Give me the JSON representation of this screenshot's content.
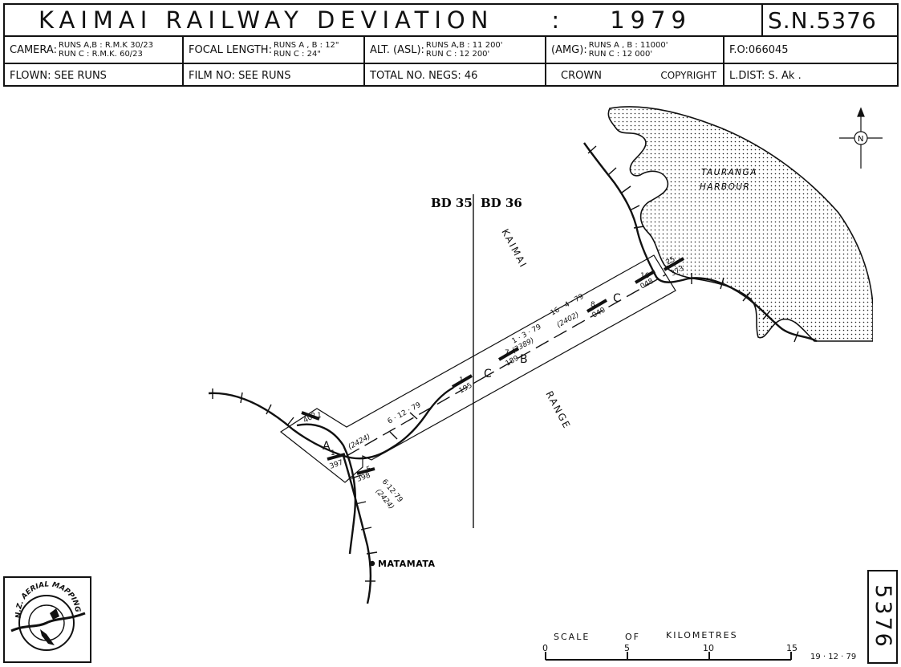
{
  "header": {
    "title": "KAIMAI RAILWAY DEVIATION",
    "colon": ":",
    "year": "1979",
    "sheet_ref": "S.N.5376",
    "camera_label": "CAMERA:",
    "camera_runs_ab": "RUNS A,B : R.M.K 30/23",
    "camera_run_c": "RUN C :  R.M.K. 60/23",
    "focal_label": "FOCAL LENGTH:",
    "focal_runs_ab": "RUNS A , B : 12\"",
    "focal_run_c": "RUN C : 24\"",
    "alt_label": "ALT. (ASL):",
    "alt_runs_ab": "RUNS A,B : 11 200'",
    "alt_run_c": "RUN C : 12 200'",
    "amg_label": "(AMG):",
    "amg_runs_ab": "RUNS A , B : 11000'",
    "amg_run_c": "RUN C : 12 000'",
    "fo": "F.O:066045",
    "flown": "FLOWN: SEE RUNS",
    "film": "FILM NO: SEE RUNS",
    "total_negs": "TOTAL NO. NEGS: 46",
    "crown": "CROWN",
    "copyright": "COPYRIGHT",
    "ldist": "L.DIST: S. Ak ."
  },
  "map": {
    "sheet_left": "BD 35",
    "sheet_right": "BD 36",
    "range_name_1": "KAIMAI",
    "range_name_2": "RANGE",
    "harbour_1": "TAURANGA",
    "harbour_2": "HARBOUR",
    "town": "MATAMATA",
    "north": "N",
    "run_a": "A",
    "run_b": "B",
    "run_c1": "C",
    "run_c2": "C",
    "runs": {
      "a_date": "6 · 12 · 79",
      "a_film": "(2424)",
      "a2_date": "6·12·79",
      "a2_film": "(2424)",
      "b_date": "1 · 3 · 79",
      "b_film": "(2389)",
      "c_date": "16 · 4 · 79",
      "c_film": "(2402)"
    },
    "frames": {
      "f402": "402",
      "f1a": "1",
      "f397": "397",
      "f1b": "1",
      "f5": "5",
      "f398": "398",
      "f1c": "1",
      "f195": "195",
      "f7": "7",
      "f189": "189",
      "f8": "8",
      "f040": "040",
      "f16": "16",
      "f048": "048",
      "f25": "25",
      "f373": "373"
    }
  },
  "scale": {
    "label_1": "SCALE",
    "label_2": "OF",
    "label_3": "KILOMETRES",
    "t0": "0",
    "t5": "5",
    "t10": "10",
    "t15": "15",
    "date": "19 · 12 · 79"
  },
  "sheet_number": "5376",
  "logo_text": "N.Z. AERIAL MAPPING"
}
